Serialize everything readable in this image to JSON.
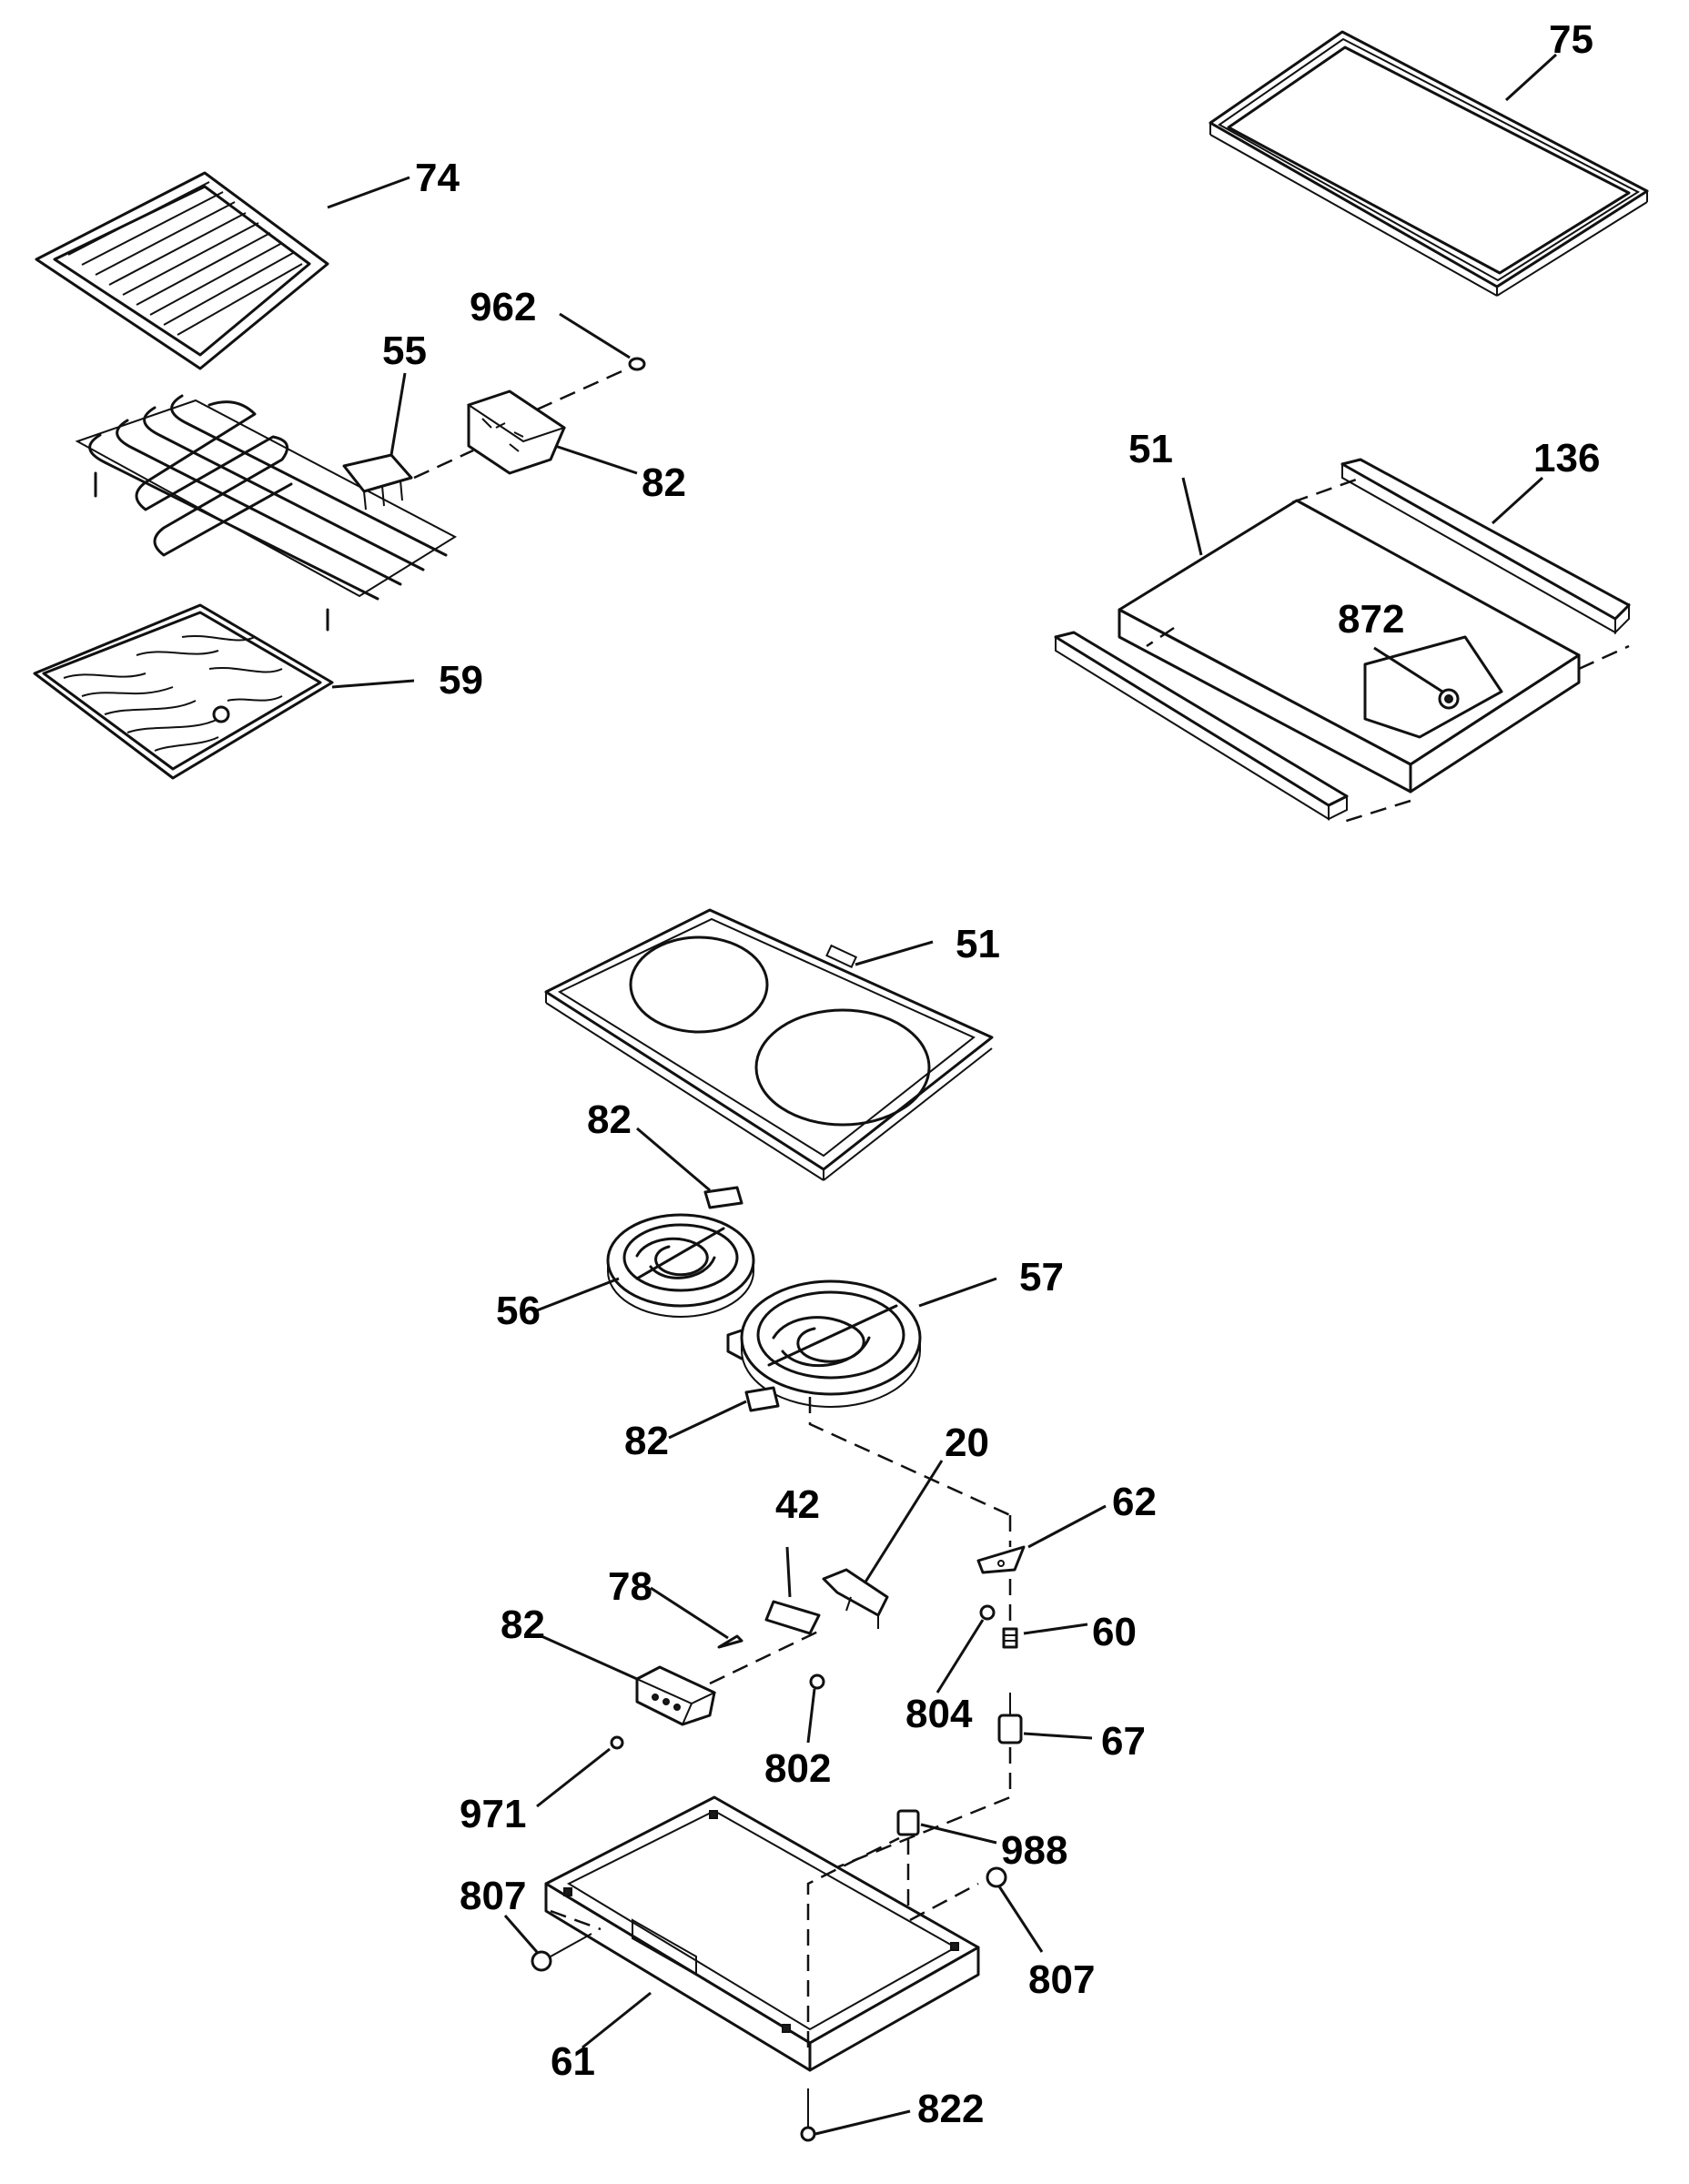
{
  "callouts": {
    "c74": "74",
    "c75": "75",
    "c962": "962",
    "c55": "55",
    "c82_grill": "82",
    "c59": "59",
    "c51_cover": "51",
    "c136": "136",
    "c872": "872",
    "c51_glass": "51",
    "c82_top": "82",
    "c56": "56",
    "c57": "57",
    "c82_mid": "82",
    "c20": "20",
    "c42": "42",
    "c62": "62",
    "c78": "78",
    "c82_block": "82",
    "c60": "60",
    "c804": "804",
    "c67": "67",
    "c802": "802",
    "c971": "971",
    "c988": "988",
    "c807_left": "807",
    "c807_right": "807",
    "c61": "61",
    "c822": "822"
  }
}
